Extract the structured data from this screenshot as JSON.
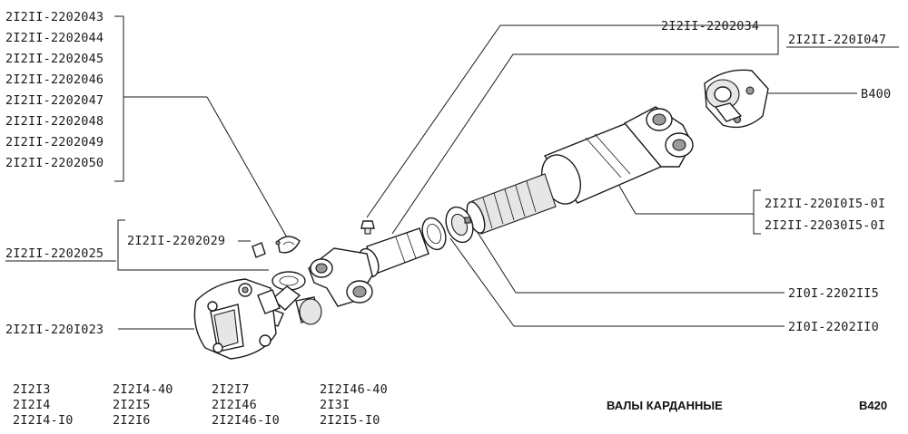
{
  "left_column_codes": [
    "2I2II-2202043",
    "2I2II-2202044",
    "2I2II-2202045",
    "2I2II-2202046",
    "2I2II-2202047",
    "2I2II-2202048",
    "2I2II-2202049",
    "2I2II-2202050"
  ],
  "callouts": {
    "grease_fitting": "2I2II-2202034",
    "cv_flange": "2I2II-220I047",
    "flange_ref": "B400",
    "shaft_a": "2I2II-220I0I5-0I",
    "shaft_b": "2I2II-22030I5-0I",
    "clip": "2I2II-2202029",
    "cross_kit": "2I2II-2202025",
    "front_flange": "2I2II-220I023",
    "seal_ring": "2I0I-2202II5",
    "seal_cap": "2I0I-2202II0"
  },
  "models": [
    [
      "2I2I3",
      "2I2I4",
      "2I2I4-I0"
    ],
    [
      "2I2I4-40",
      "2I2I5",
      "2I2I6"
    ],
    [
      "2I2I7",
      "2I2I46",
      "2I2I46-I0"
    ],
    [
      "2I2I46-40",
      "2I3I",
      "2I2I5-I0"
    ]
  ],
  "title": "ВАЛЫ КАРДАННЫЕ",
  "page_code": "B420"
}
